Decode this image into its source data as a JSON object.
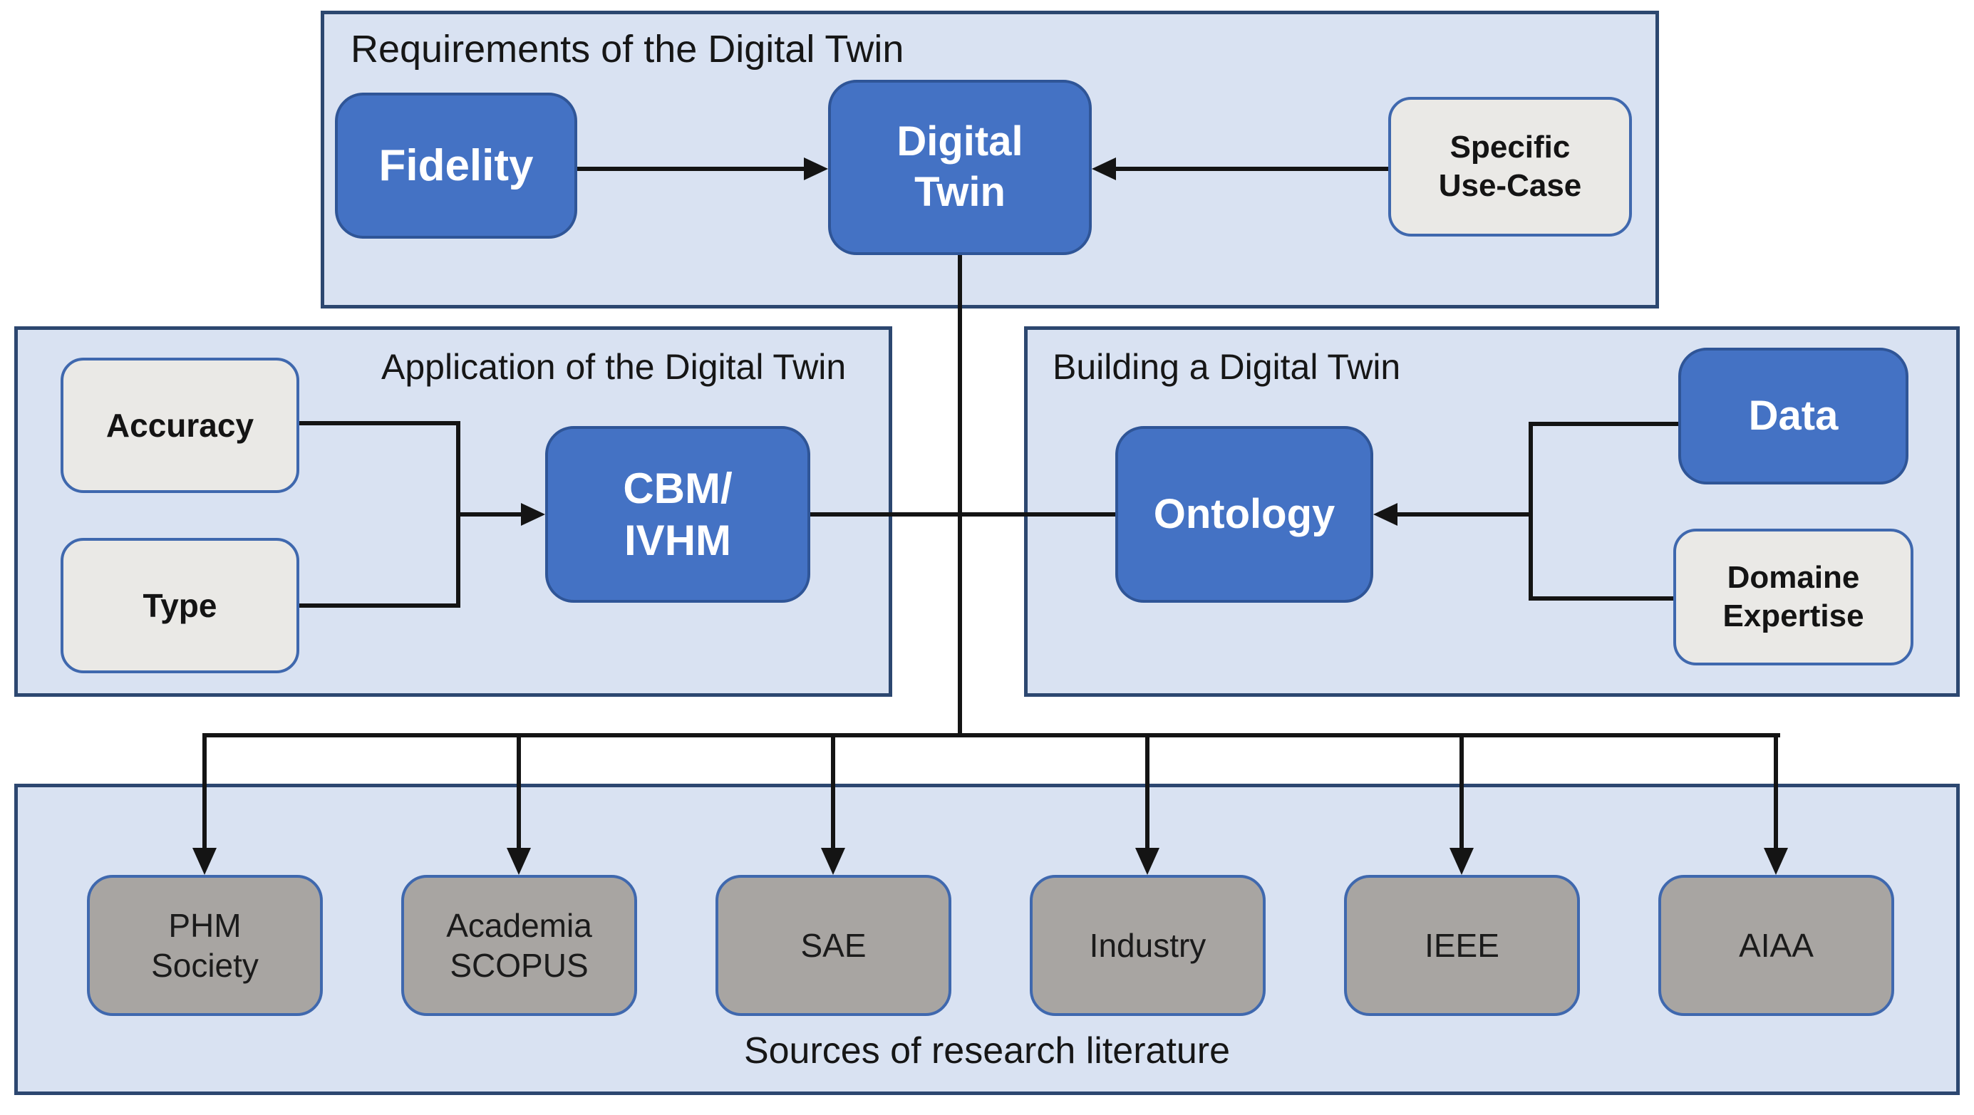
{
  "requirements_panel": {
    "title": "Requirements of the Digital Twin",
    "fidelity": "Fidelity",
    "digital_twin": "Digital\nTwin",
    "specific_use_case": "Specific\nUse-Case"
  },
  "application_panel": {
    "title": "Application of the Digital Twin",
    "accuracy": "Accuracy",
    "type": "Type",
    "cbm_ivhm": "CBM/\nIVHM"
  },
  "building_panel": {
    "title": "Building a Digital Twin",
    "ontology": "Ontology",
    "data": "Data",
    "domaine_expertise": "Domaine\nExpertise"
  },
  "sources_panel": {
    "caption": "Sources of research literature",
    "boxes": [
      "PHM\nSociety",
      "Academia\nSCOPUS",
      "SAE",
      "Industry",
      "IEEE",
      "AIAA"
    ]
  },
  "colors": {
    "panel_fill": "#d9e2f2",
    "panel_border": "#2c4770",
    "blue_box_fill": "#4472c4",
    "blue_box_border": "#2f5597",
    "light_box_fill": "#eae9e6",
    "gray_box_fill": "#a8a5a2",
    "box_accent_border": "#3f68ae",
    "connector_line": "#141414"
  }
}
